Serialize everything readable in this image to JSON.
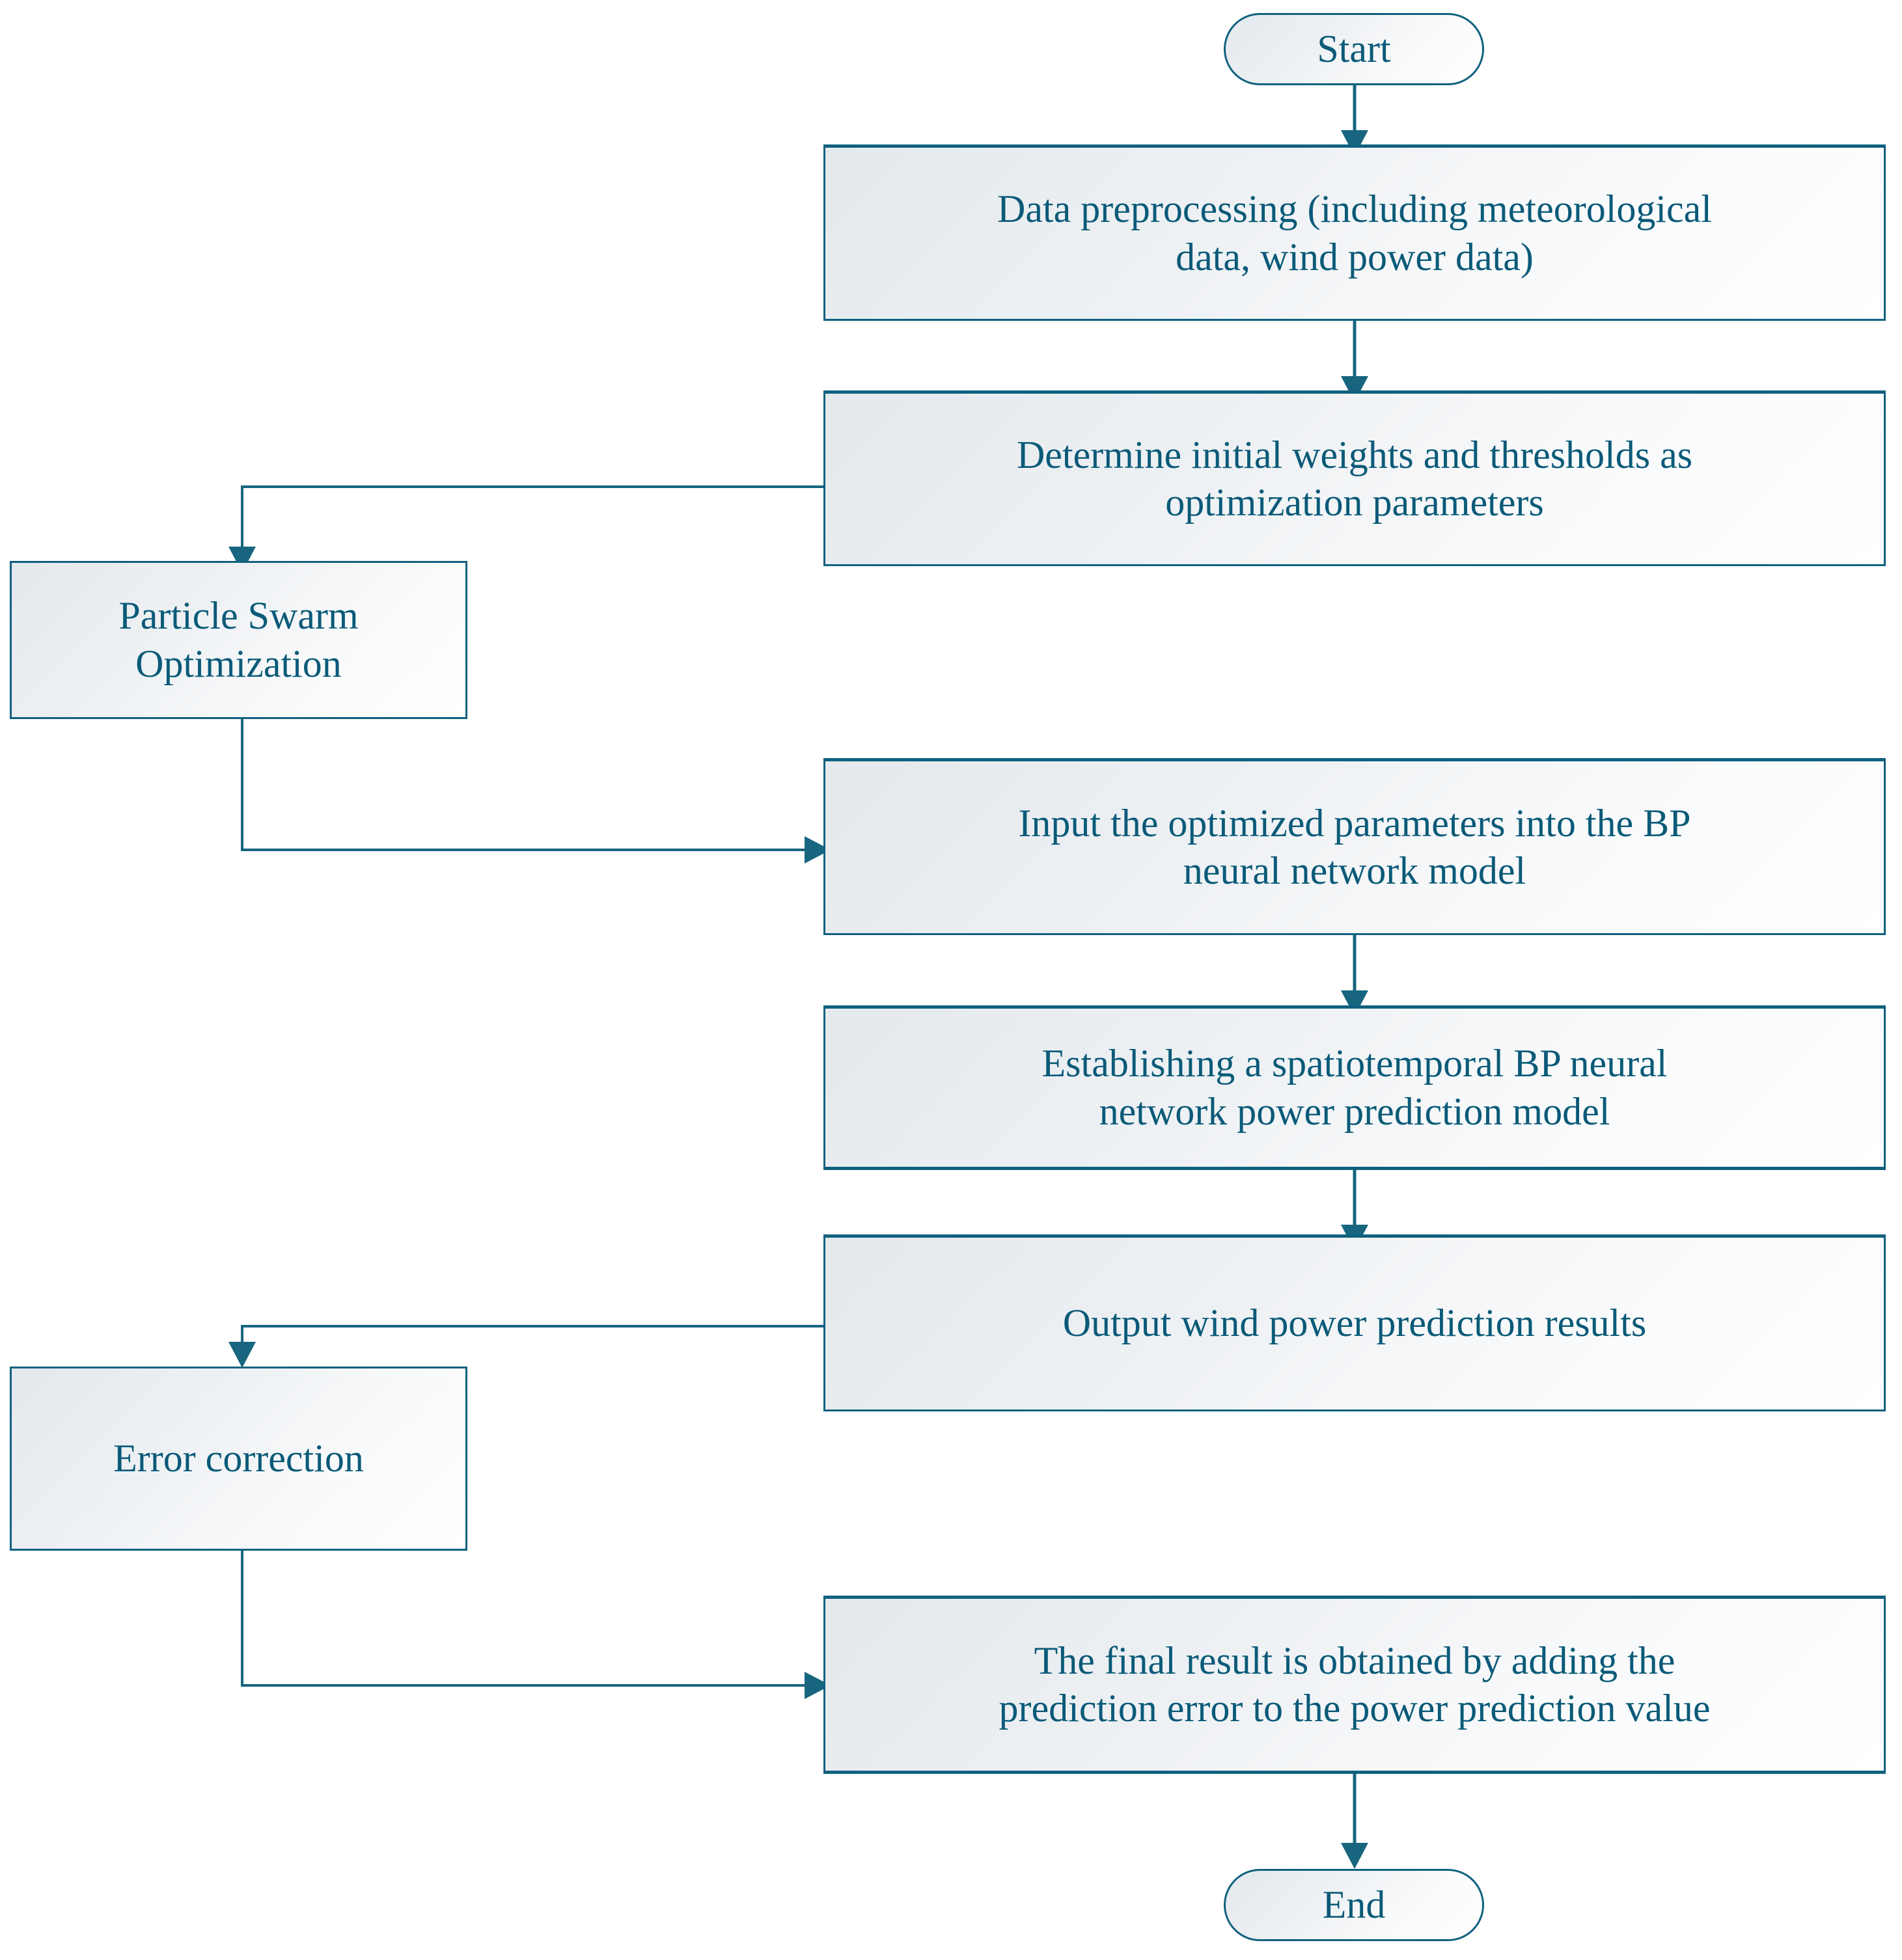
{
  "diagram": {
    "title": "Wind power prediction flowchart (PSO-optimized spatiotemporal BP neural network)",
    "accent_color": "#10617f",
    "text_color": "#0a5a78",
    "fill_start_color": "#e4e9ed",
    "fill_end_color": "#ffffff",
    "background_color": "#ffffff"
  },
  "nodes": {
    "start": {
      "label": "Start",
      "shape": "terminator"
    },
    "preprocess": {
      "label": "Data preprocessing (including meteorological\ndata, wind power data)",
      "shape": "process"
    },
    "determine": {
      "label": "Determine initial weights and thresholds as\noptimization parameters",
      "shape": "process"
    },
    "pso": {
      "label": "Particle Swarm\nOptimization",
      "shape": "process"
    },
    "input_params": {
      "label": "Input the optimized parameters into the BP\nneural network model",
      "shape": "process"
    },
    "establish": {
      "label": "Establishing a spatiotemporal BP neural\nnetwork power prediction model",
      "shape": "process"
    },
    "output": {
      "label": "Output wind power prediction results",
      "shape": "process"
    },
    "error_correction": {
      "label": "Error correction",
      "shape": "process"
    },
    "final_result": {
      "label": "The final result is obtained by adding the\nprediction error to the power prediction value",
      "shape": "process"
    },
    "end": {
      "label": "End",
      "shape": "terminator"
    }
  },
  "edges": [
    {
      "name": "start-to-preprocess",
      "from": "start",
      "to": "preprocess",
      "routing": "straight-down"
    },
    {
      "name": "preprocess-to-determine",
      "from": "preprocess",
      "to": "determine",
      "routing": "straight-down"
    },
    {
      "name": "determine-to-pso",
      "from": "determine",
      "to": "pso",
      "routing": "left-then-down"
    },
    {
      "name": "pso-to-input-params",
      "from": "pso",
      "to": "input_params",
      "routing": "down-then-right"
    },
    {
      "name": "input-params-to-establish",
      "from": "input_params",
      "to": "establish",
      "routing": "straight-down"
    },
    {
      "name": "establish-to-output",
      "from": "establish",
      "to": "output",
      "routing": "straight-down"
    },
    {
      "name": "output-to-error-correction",
      "from": "output",
      "to": "error_correction",
      "routing": "left-then-down"
    },
    {
      "name": "error-correction-to-final-result",
      "from": "error_correction",
      "to": "final_result",
      "routing": "down-then-right"
    },
    {
      "name": "final-result-to-end",
      "from": "final_result",
      "to": "end",
      "routing": "straight-down"
    }
  ]
}
